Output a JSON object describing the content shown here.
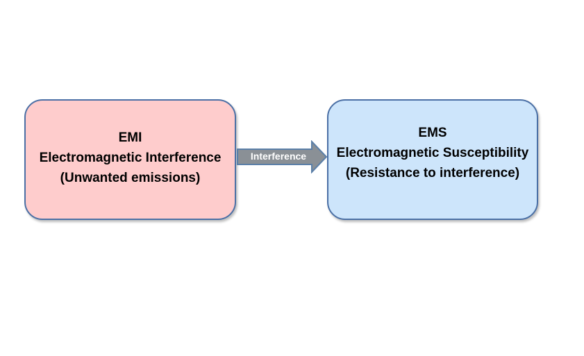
{
  "emi_box": {
    "acronym": "EMI",
    "name": "Electromagnetic Interference",
    "description": "(Unwanted emissions)",
    "fill_color": "#fecccc",
    "border_color": "#4a6fa5"
  },
  "ems_box": {
    "acronym": "EMS",
    "name": "Electromagnetic Susceptibility",
    "description": "(Resistance to interference)",
    "fill_color": "#cde5fb",
    "border_color": "#4a6fa5"
  },
  "arrow": {
    "label": "Interference",
    "fill_color": "#8a9096",
    "border_color": "#5b7fa8",
    "direction": "right"
  }
}
